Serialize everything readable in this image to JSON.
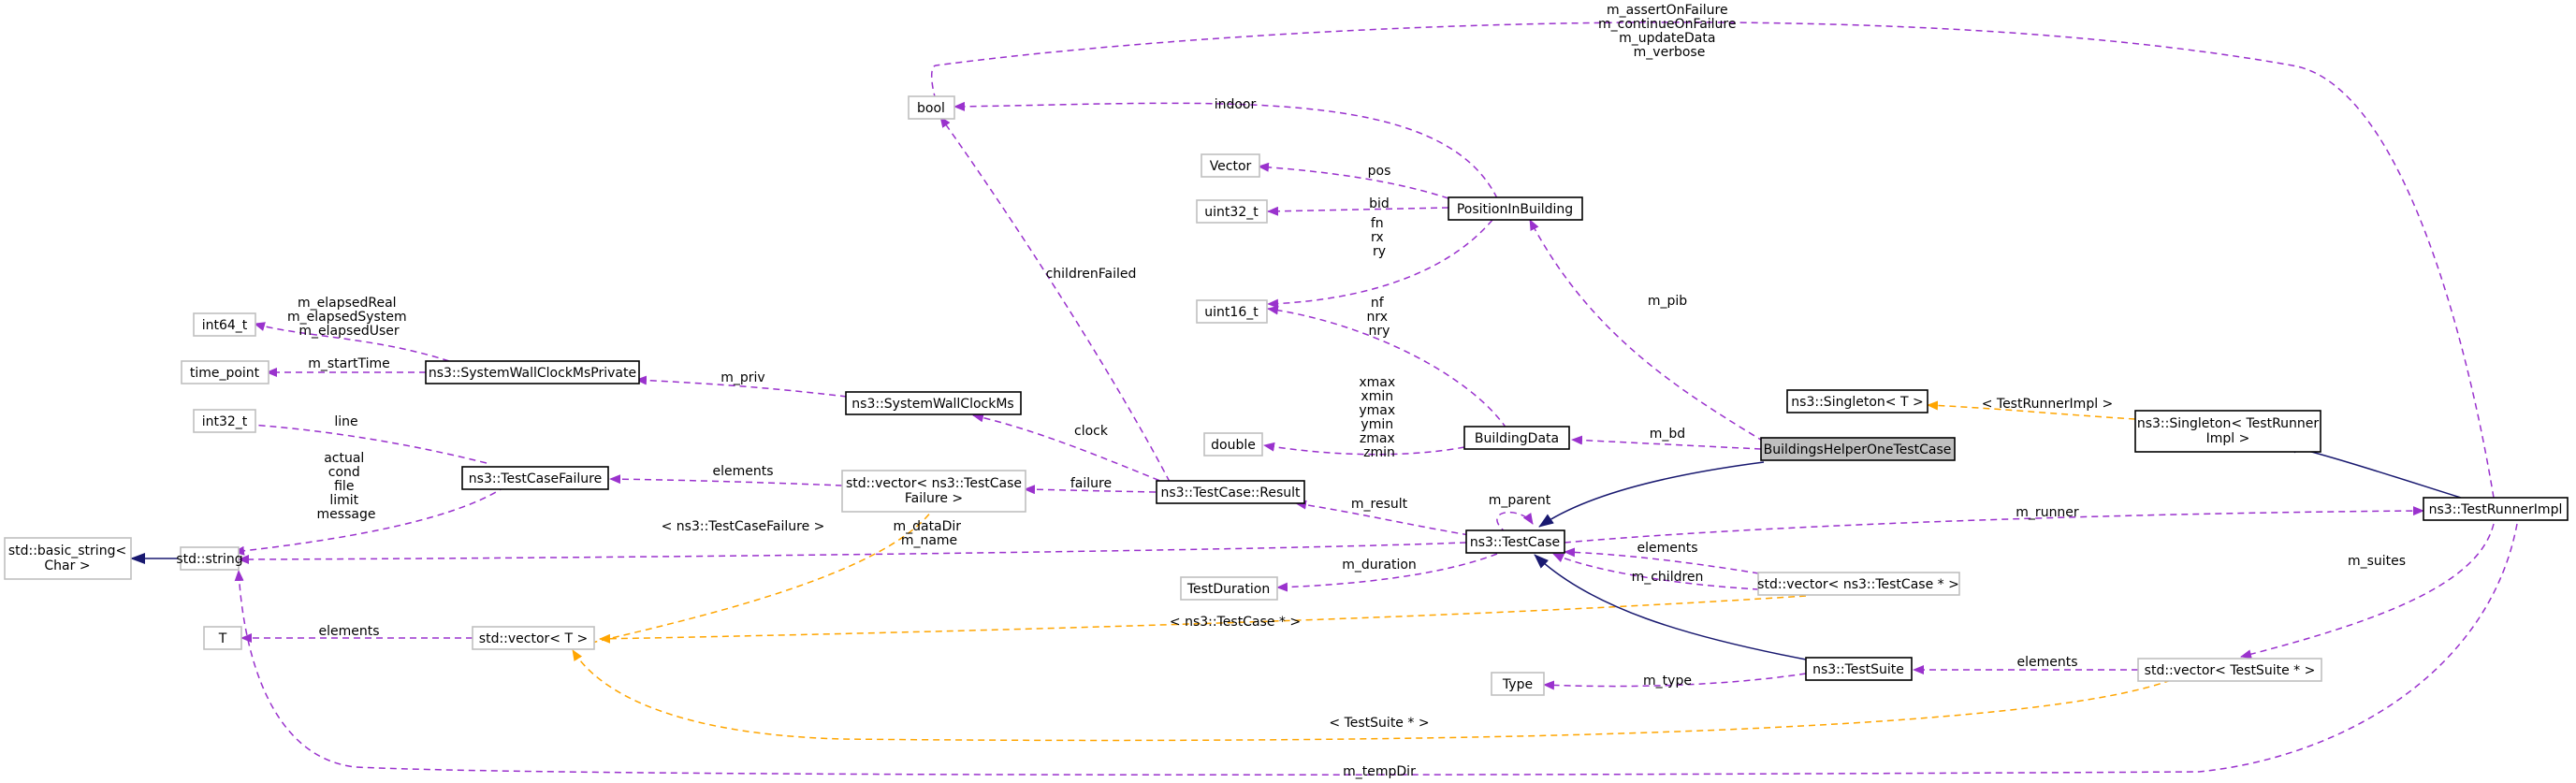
{
  "nodes": {
    "bool": "bool",
    "vector": "Vector",
    "uint32_t": "uint32_t",
    "uint16_t": "uint16_t",
    "double": "double",
    "int64_t": "int64_t",
    "time_point": "time_point",
    "int32_t": "int32_t",
    "basic_string": [
      "std::basic_string<",
      "Char >"
    ],
    "string": "std::string",
    "T": "T",
    "vector_T": "std::vector< T >",
    "vector_failure": [
      "std::vector< ns3::TestCase",
      "Failure >"
    ],
    "TestCaseFailure": "ns3::TestCaseFailure",
    "SystemWallClockMsPrivate": "ns3::SystemWallClockMsPrivate",
    "SystemWallClockMs": "ns3::SystemWallClockMs",
    "TestCaseResult": "ns3::TestCase::Result",
    "TestDuration": "TestDuration",
    "Type": "Type",
    "PositionInBuilding": "PositionInBuilding",
    "BuildingData": "BuildingData",
    "BuildingsHelperOneTestCase": "BuildingsHelperOneTestCase",
    "TestCase": "ns3::TestCase",
    "vector_testcase_ptr": "std::vector< ns3::TestCase * >",
    "TestSuite": "ns3::TestSuite",
    "vector_testsuite_ptr": "std::vector< TestSuite * >",
    "Singleton_T": "ns3::Singleton< T >",
    "Singleton_TestRunnerImpl": [
      "ns3::Singleton< TestRunner",
      "Impl >"
    ],
    "TestRunnerImpl": "ns3::TestRunnerImpl"
  },
  "labels": {
    "runner_flags": [
      "m_assertOnFailure",
      "m_continueOnFailure",
      "m_updateData",
      "m_verbose"
    ],
    "indoor": "indoor",
    "pos": "pos",
    "bid": "bid",
    "fn_rx_ry": [
      "fn",
      "rx",
      "ry"
    ],
    "childrenFailed": "childrenFailed",
    "nf_nrx_nry": [
      "nf",
      "nrx",
      "nry"
    ],
    "m_pib": "m_pib",
    "bounds": [
      "xmax",
      "xmin",
      "ymax",
      "ymin",
      "zmax",
      "zmin"
    ],
    "m_bd": "m_bd",
    "elapsed": [
      "m_elapsedReal",
      "m_elapsedSystem",
      "m_elapsedUser"
    ],
    "m_startTime": "m_startTime",
    "m_priv": "m_priv",
    "clock": "clock",
    "line": "line",
    "failure_fields": [
      "actual",
      "cond",
      "file",
      "limit",
      "message"
    ],
    "elements_failure": "elements",
    "failure": "failure",
    "m_result": "m_result",
    "m_parent": "m_parent",
    "tmpl_testcasefailure": "< ns3::TestCaseFailure >",
    "datadir_name": [
      "m_dataDir",
      "m_name"
    ],
    "m_runner": "m_runner",
    "elements_children": "elements",
    "m_children": "m_children",
    "m_duration": "m_duration",
    "elements_T": "elements",
    "tmpl_testcase_ptr": "< ns3::TestCase * >",
    "m_suites": "m_suites",
    "m_type": "m_type",
    "elements_suite": "elements",
    "tmpl_testsuite_ptr": "< TestSuite * >",
    "m_tempDir": "m_tempDir",
    "tmpl_testrunnerimpl": "< TestRunnerImpl >"
  },
  "colors": {
    "member_edge": "#9a32cd",
    "template_edge": "#ffa500",
    "inheritance_edge": "#191970",
    "highlight_fill": "#bfbfbf",
    "gray_border": "#bfbfbf"
  }
}
